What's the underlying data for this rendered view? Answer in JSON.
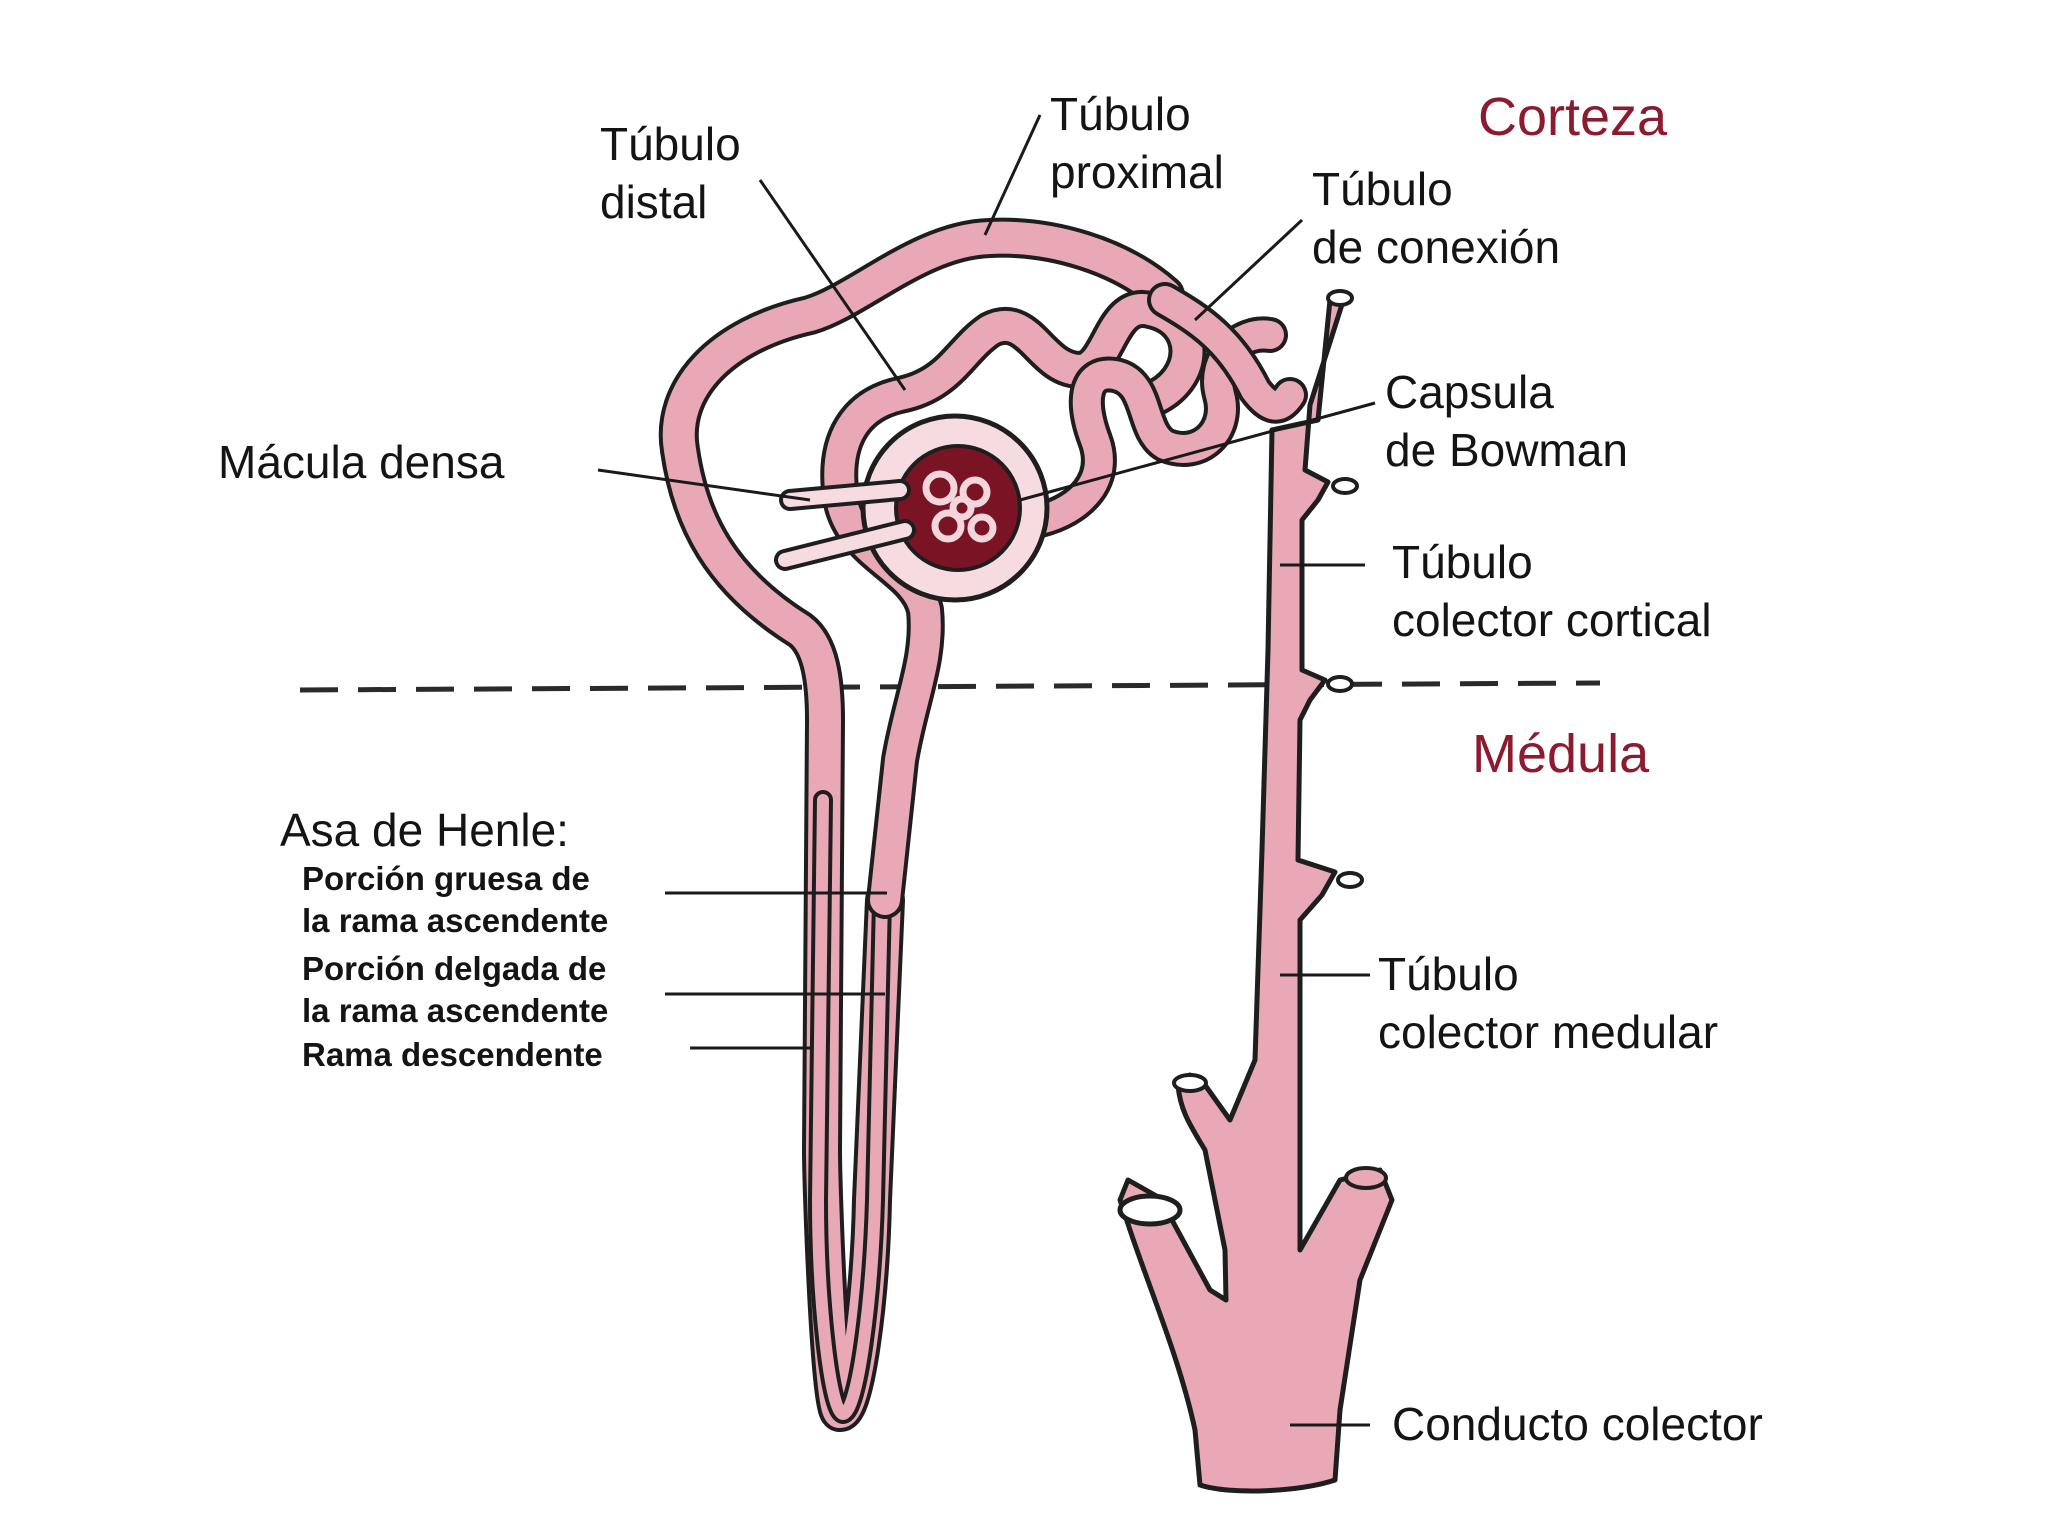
{
  "regions": {
    "cortex": "Corteza",
    "medulla": "Médula"
  },
  "labels": {
    "proximal": [
      "Túbulo",
      "proximal"
    ],
    "distal": [
      "Túbulo",
      "distal"
    ],
    "connecting": [
      "Túbulo",
      "de conexión"
    ],
    "bowman": [
      "Capsula",
      "de Bowman"
    ],
    "macula": "Mácula densa",
    "cortical_collecting": [
      "Túbulo",
      "colector cortical"
    ],
    "medullary_collecting": [
      "Túbulo",
      "colector medular"
    ],
    "collecting_duct": "Conducto colector",
    "henle_title": "Asa de Henle:",
    "henle_thick_ascending": [
      "Porción gruesa de",
      "la rama ascendente"
    ],
    "henle_thin_ascending": [
      "Porción delgada de",
      "la rama ascendente"
    ],
    "henle_descending": "Rama descendente"
  },
  "colors": {
    "tubule_fill": "#e9a8b5",
    "tubule_outline": "#1e1e1e",
    "region_label": "#8c1b2f",
    "glomerulus": "#7a1424",
    "boundary_line": "#2a2a2a"
  }
}
